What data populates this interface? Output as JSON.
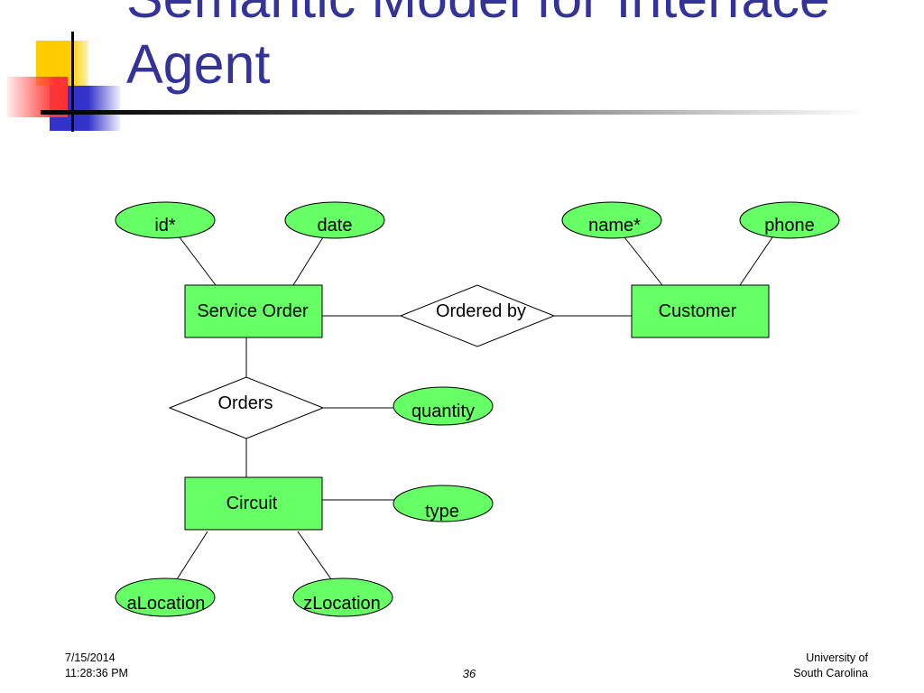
{
  "title": {
    "lines": [
      "Semantic Model for Interface",
      "Agent"
    ]
  },
  "diagram": {
    "entities": [
      {
        "label": "Service Order",
        "attributes": [
          "id*",
          "date"
        ]
      },
      {
        "label": "Customer",
        "attributes": [
          "name*",
          "phone"
        ]
      },
      {
        "label": "Circuit",
        "attributes": [
          "type",
          "aLocation",
          "zLocation"
        ]
      }
    ],
    "relationships": [
      {
        "label": "Ordered by",
        "attributes": []
      },
      {
        "label": "Orders",
        "attributes": [
          "quantity"
        ]
      }
    ]
  },
  "footer": {
    "date": "7/15/2014",
    "time": "11:28:36 PM",
    "page_number": "36",
    "org_line1": "University of",
    "org_line2": "South Carolina"
  },
  "colors": {
    "title": "#333399",
    "node_fill": "#66ff66",
    "logo_yellow": "#ffcc00",
    "logo_red": "#ff3333",
    "logo_blue": "#3333cc"
  }
}
